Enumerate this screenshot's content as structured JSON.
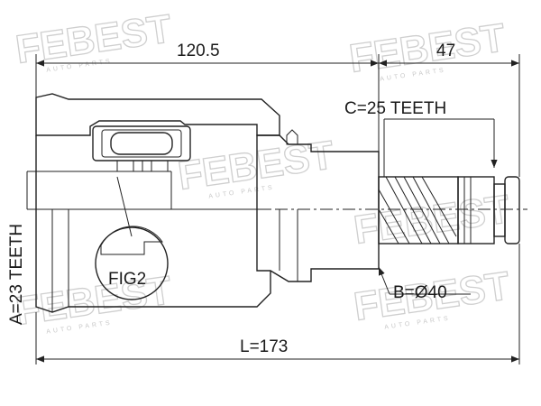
{
  "dimensions": {
    "top_left": "120.5",
    "top_right": "47",
    "spline_c": "C=25 TEETH",
    "spline_a": "A=23 TEETH",
    "diameter_b": "B=Ø40",
    "length_l": "L=173"
  },
  "detail_label": "FIG2",
  "watermark": {
    "brand": "FEBEST",
    "sub": "AUTO PARTS"
  },
  "colors": {
    "line": "#222222",
    "watermark": "#cfcfcf"
  }
}
